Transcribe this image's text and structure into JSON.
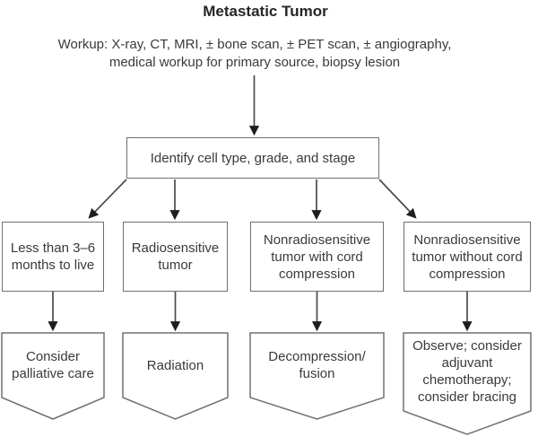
{
  "title": "Metastatic Tumor",
  "workup": {
    "line1": "Workup: X-ray, CT, MRI, ± bone scan, ± PET scan, ± angiography,",
    "line2": "medical workup for primary source, biopsy lesion"
  },
  "identify": {
    "label": "Identify cell type, grade, and stage"
  },
  "branches": [
    {
      "condition": "Less than 3–6\nmonths to live",
      "action": "Consider\npalliative care"
    },
    {
      "condition": "Radiosensitive\ntumor",
      "action": "Radiation"
    },
    {
      "condition": "Nonradiosensitive\ntumor with cord\ncompression",
      "action": "Decompression/\nfusion"
    },
    {
      "condition": "Nonradiosensitive\ntumor without cord\ncompression",
      "action": "Observe; consider\nadjuvant\nchemotherapy;\nconsider bracing"
    }
  ],
  "colors": {
    "background": "#ffffff",
    "text": "#3a3a3a",
    "title_text": "#262626",
    "box_border": "#707070",
    "connector": "#4a4a4a",
    "arrowhead": "#1e1e1e"
  }
}
